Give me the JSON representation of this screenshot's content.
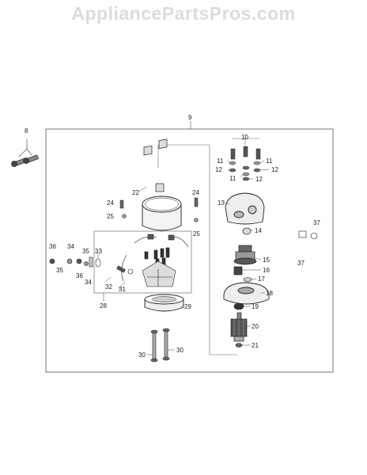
{
  "watermark": "AppliancePartsPros.com",
  "callouts": {
    "c8": "8",
    "c9": "9",
    "c10": "10",
    "c11a": "11",
    "c11b": "11",
    "c11c": "11",
    "c12a": "12",
    "c12b": "12",
    "c12c": "12",
    "c13": "13",
    "c14": "14",
    "c15": "15",
    "c16": "16",
    "c17": "17",
    "c18": "18",
    "c19": "19",
    "c20": "20",
    "c21": "21",
    "c22": "22",
    "c24a": "24",
    "c24b": "24",
    "c25a": "25",
    "c25b": "25",
    "c28": "28",
    "c29": "29",
    "c30a": "30",
    "c30b": "30",
    "c31": "31",
    "c32": "32",
    "c33": "33",
    "c34a": "34",
    "c34b": "34",
    "c35a": "35",
    "c35b": "35",
    "c36a": "36",
    "c36b": "36",
    "c37a": "37",
    "c37b": "37"
  }
}
